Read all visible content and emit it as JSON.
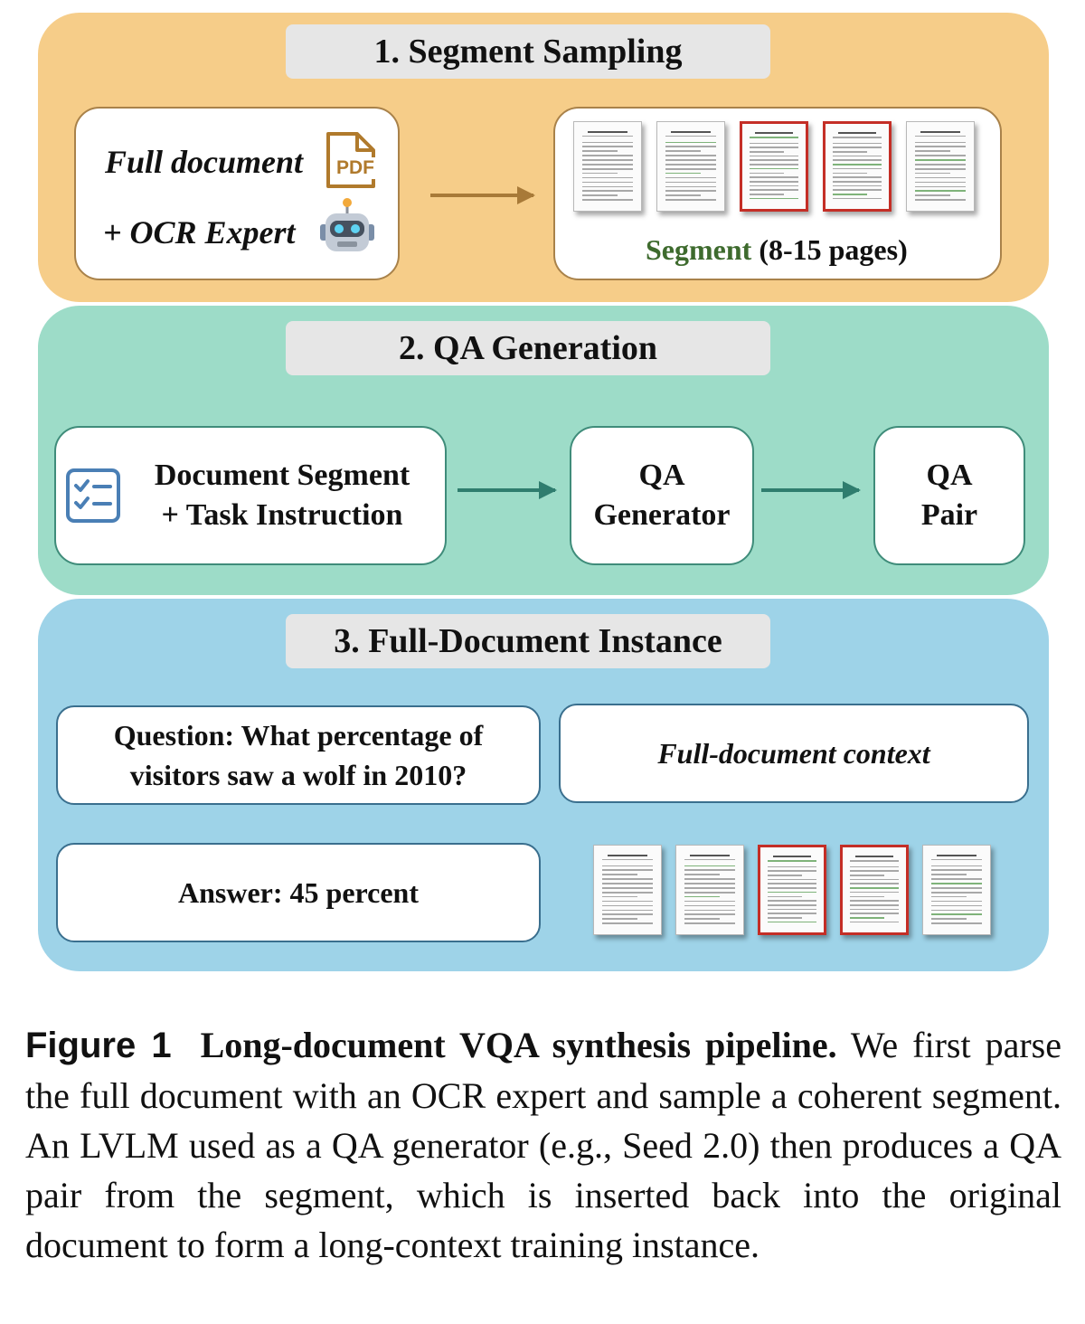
{
  "stage1": {
    "title": "1. Segment Sampling",
    "input_line1": "Full document",
    "input_line2": "+ OCR Expert",
    "pdf_icon_text": "PDF",
    "segment_label": "Segment",
    "segment_range": "(8-15 pages)",
    "pages": [
      {
        "highlighted": false
      },
      {
        "highlighted": false
      },
      {
        "highlighted": true
      },
      {
        "highlighted": true
      },
      {
        "highlighted": false
      }
    ],
    "colors": {
      "panel": "#f6cd89",
      "arrow": "#a87a38",
      "segment_label": "#3e6b2e"
    }
  },
  "stage2": {
    "title": "2. QA Generation",
    "input_line1": "Document Segment",
    "input_line2": "+ Task Instruction",
    "generator_line1": "QA",
    "generator_line2": "Generator",
    "output_line1": "QA",
    "output_line2": "Pair",
    "colors": {
      "panel": "#9ddcc8",
      "arrow": "#2f7d6e",
      "checklist_icon": "#4a7fb5"
    }
  },
  "stage3": {
    "title": "3. Full-Document Instance",
    "question_line1": "Question: What percentage of",
    "question_line2": "visitors saw a wolf in 2010?",
    "context": "Full-document context",
    "answer": "Answer: 45 percent",
    "colors": {
      "panel": "#9ed3e8"
    }
  },
  "caption": {
    "label": "Figure 1",
    "title": "Long-document VQA synthesis pipeline.",
    "body": "We first parse the full document with an OCR expert and sample a coherent segment. An LVLM used as a QA generator (e.g., Seed 2.0) then produces a QA pair from the segment, which is inserted back into the original document to form a long-context training instance."
  },
  "icons": [
    "pdf-file-icon",
    "robot-icon",
    "checklist-icon"
  ]
}
